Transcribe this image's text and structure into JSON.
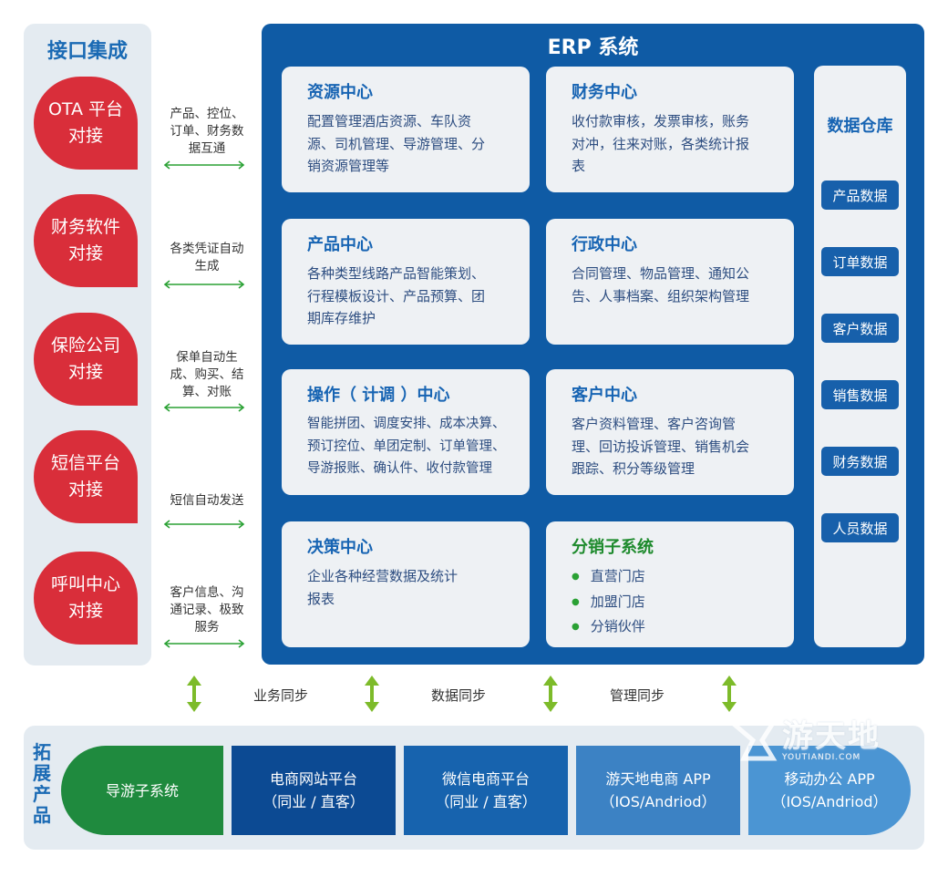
{
  "left": {
    "title": "接口集成",
    "items": [
      {
        "line1": "OTA 平台",
        "line2": "对接"
      },
      {
        "line1": "财务软件",
        "line2": "对接"
      },
      {
        "line1": "保险公司",
        "line2": "对接"
      },
      {
        "line1": "短信平台",
        "line2": "对接"
      },
      {
        "line1": "呼叫中心",
        "line2": "对接"
      }
    ],
    "descs": [
      [
        "产品、控位、",
        "订单、财务数",
        "据互通"
      ],
      [
        "各类凭证自动",
        "生成"
      ],
      [
        "保单自动生",
        "成、购买、结",
        "算、对账"
      ],
      [
        "短信自动发送"
      ],
      [
        "客户信息、沟",
        "通记录、极致",
        "服务"
      ]
    ]
  },
  "erp": {
    "title": "ERP 系统",
    "cards": [
      {
        "title": "资源中心",
        "lines": [
          "配置管理酒店资源、车队资",
          "源、司机管理、导游管理、分",
          "销资源管理等"
        ]
      },
      {
        "title": "财务中心",
        "lines": [
          "收付款审核，发票审核，账务",
          "对冲，往来对账，各类统计报",
          "表"
        ]
      },
      {
        "title": "产品中心",
        "lines": [
          "各种类型线路产品智能策划、",
          "行程模板设计、产品预算、团",
          "期库存维护"
        ]
      },
      {
        "title": "行政中心",
        "lines": [
          "合同管理、物品管理、通知公",
          "告、人事档案、组织架构管理"
        ]
      },
      {
        "title": "操作（  计调  ）中心",
        "lines": [
          "智能拼团、调度安排、成本决算、",
          "预订控位、单团定制、订单管理、",
          "导游报账、确认件、收付款管理"
        ]
      },
      {
        "title": "客户中心",
        "lines": [
          "客户资料管理、客户咨询管",
          "理、回访投诉管理、销售机会",
          "跟踪、积分等级管理"
        ]
      },
      {
        "title": "决策中心",
        "lines": [
          "企业各种经营数据及统计",
          "报表"
        ]
      },
      {
        "title": "分销子系统",
        "bullets": [
          "直营门店",
          "加盟门店",
          "分销伙伴"
        ]
      }
    ],
    "warehouse": {
      "title": "数据仓库",
      "items": [
        "产品数据",
        "订单数据",
        "客户数据",
        "销售数据",
        "财务数据",
        "人员数据"
      ]
    }
  },
  "sync": [
    "业务同步",
    "数据同步",
    "管理同步"
  ],
  "extend": {
    "title": [
      "拓",
      "展",
      "产",
      "品"
    ],
    "items": [
      {
        "line1": "导游子系统",
        "line2": ""
      },
      {
        "line1": "电商网站平台",
        "line2": "（同业 / 直客）"
      },
      {
        "line1": "微信电商平台",
        "line2": "（同业 / 直客）"
      },
      {
        "line1": "游天地电商 APP",
        "line2": "（IOS/Andriod）"
      },
      {
        "line1": "移动办公 APP",
        "line2": "（IOS/Andriod）"
      }
    ]
  },
  "watermark": {
    "name": "游天地",
    "url": "YOUTIANDI.COM"
  },
  "colors": {
    "red": "#d92e3a",
    "erp_blue": "#0f5ba5",
    "title_blue": "#1764b3",
    "arrow_green": "#2aa134",
    "ext1": "#1f8a3e",
    "ext2": "#0c4a93",
    "ext3": "#1763ae",
    "ext4": "#3c82c4",
    "ext5": "#4b95d3"
  }
}
